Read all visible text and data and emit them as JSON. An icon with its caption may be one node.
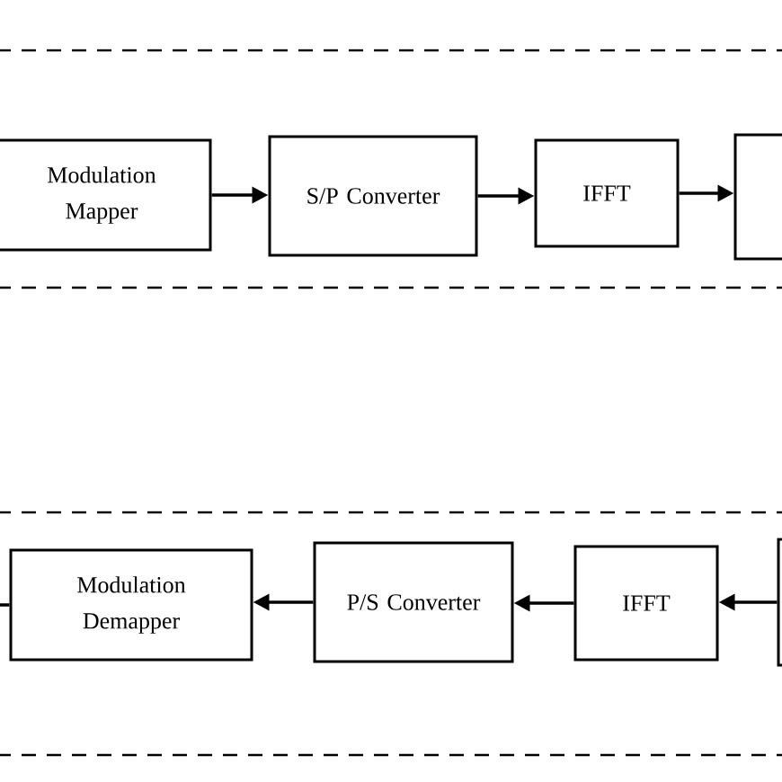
{
  "diagram": {
    "nodes": [
      {
        "text": [
          "Modulation Mapper"
        ]
      },
      {
        "text": [
          "S/P Converter"
        ]
      },
      {
        "text": [
          "IFFT"
        ]
      },
      {
        "text": [],
        "shape": "box"
      },
      {
        "text": [
          "Modulation Demapper"
        ]
      },
      {
        "text": [
          "P/S Converter"
        ]
      },
      {
        "text": [
          "IFFT"
        ]
      },
      {
        "text": [],
        "shape": "box"
      }
    ],
    "edges": [
      {
        "from": 0,
        "to": 1,
        "arrow": "to"
      },
      {
        "from": 1,
        "to": 2,
        "arrow": "to"
      },
      {
        "from": 2,
        "to": 3,
        "arrow": "to"
      },
      {
        "from": 7,
        "to": 6,
        "arrow": "to"
      },
      {
        "from": 6,
        "to": 5,
        "arrow": "to"
      },
      {
        "from": 5,
        "to": 4,
        "arrow": "to"
      },
      {
        "from": 4,
        "to": null,
        "arrow": "none"
      }
    ]
  }
}
